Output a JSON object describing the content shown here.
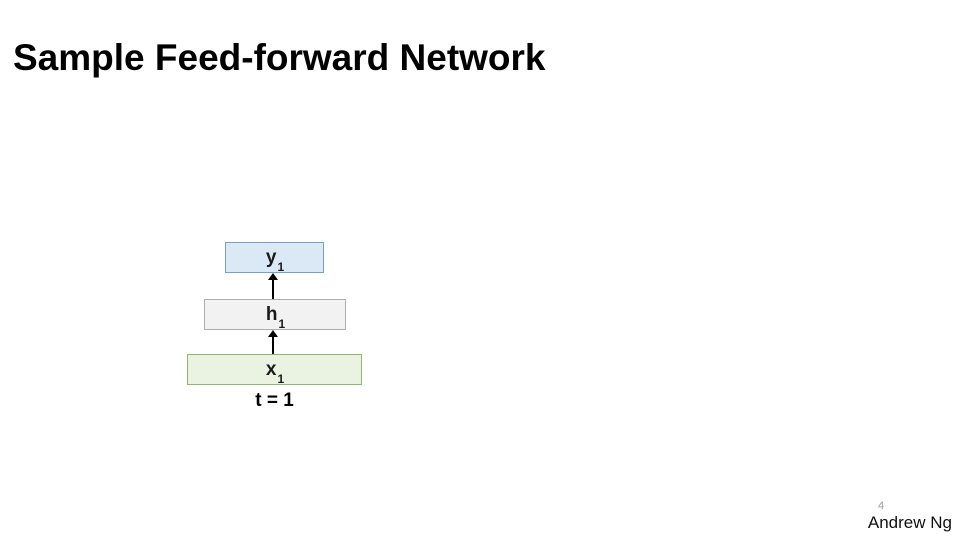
{
  "slide": {
    "title": "Sample Feed-forward Network",
    "background": "#ffffff",
    "footer": {
      "author": "Andrew Ng",
      "slide_number": "4"
    }
  },
  "diagram": {
    "timestep_label": "t = 1",
    "arrow_color": "#000000",
    "nodes": [
      {
        "id": "y1",
        "base": "y",
        "sub": "1",
        "fill": "#dbe9f6",
        "border": "#7ba0bd"
      },
      {
        "id": "h1",
        "base": "h",
        "sub": "1",
        "fill": "#f2f2f2",
        "border": "#aeaeae"
      },
      {
        "id": "x1",
        "base": "x",
        "sub": "1",
        "fill": "#eaf2e2",
        "border": "#95b474"
      }
    ],
    "edges": [
      {
        "from": "x1",
        "to": "h1",
        "direction": "up"
      },
      {
        "from": "h1",
        "to": "y1",
        "direction": "up"
      }
    ]
  }
}
